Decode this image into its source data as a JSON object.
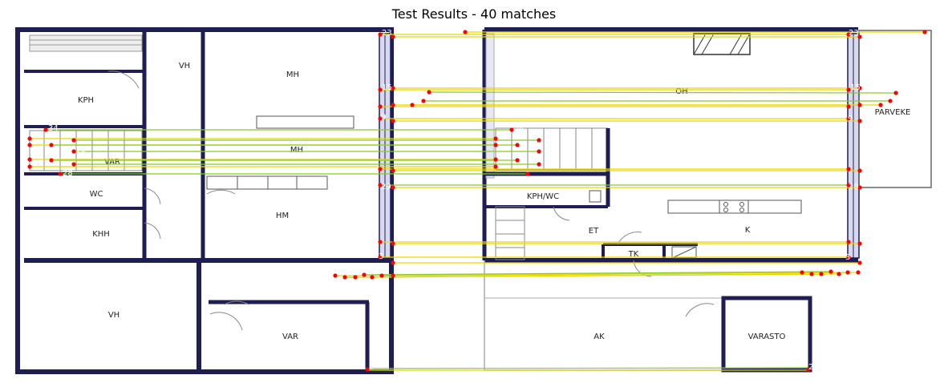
{
  "title": "Test Results - 40 matches",
  "colors": {
    "wall": "#1e1e52",
    "glass": "#c8c8e8",
    "keypoint": "#ff0000",
    "match_yellow": "#e8d800",
    "match_green": "#88cc22"
  },
  "left_plan": {
    "rooms": [
      "VH",
      "MH",
      "KPH",
      "MH",
      "VAR",
      "WC",
      "HM",
      "KHH",
      "VH",
      "VAR"
    ]
  },
  "right_plan": {
    "rooms": [
      "PARVEKE",
      "KPH/WC",
      "ET",
      "K",
      "TK",
      "AK",
      "VARASTO",
      "OH"
    ]
  },
  "match_labels": [
    "23",
    "15",
    "9",
    "29",
    "3",
    "34",
    "16",
    "28",
    "2"
  ]
}
